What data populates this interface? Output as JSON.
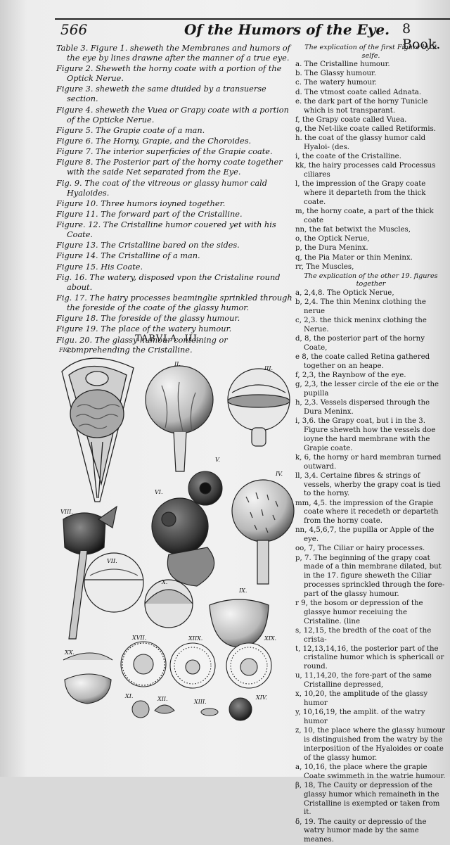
{
  "header": {
    "page_number": "566",
    "title": "Of the Humors of the Eye.",
    "book": "8 Book."
  },
  "figure_captions": [
    "Table 3. Figure 1. sheweth the Membranes and humors of the eye by lines drawne after the manner of a true eye.",
    "Figure 2. Sheweth the horny coate with a portion of the Optick Nerue.",
    "Figure 3. sheweth the same diuided by a transuerse section.",
    "Figure 4. sheweth the Vuea or Grapy coate with a portion of the Opticke Nerue.",
    "Figure 5. The Grapie coate of a man.",
    "Figure 6. The Horny, Grapie, and the Choroides.",
    "Figure 7. The interior superficies of the Grapie coate.",
    "Figure 8. The Posterior part of the horny coate together with the saide Net separated from the Eye.",
    "Fig. 9. The coat of the vitreous or glassy humor cald Hyaloides.",
    "Figure 10. Three humors ioyned together.",
    "Figure 11. The forward part of the Cristalline.",
    "Figure. 12. The Cristalline humor couered yet with his Coate.",
    "Figure 13. The Cristalline bared on the sides.",
    "Figure 14. The Cristalline of a man.",
    "Figure 15. His Coate.",
    "Fig. 16. The watery, disposed vpon the Cristaline round about.",
    "Fig. 17. The hairy processes beaminglie sprinkled through the foreside of the coate of the glassy humor.",
    "Figure 18. The foreside of the glassy humour.",
    "Figure 19. The place of the watery humour.",
    "Figu. 20. The glassy humour conteining or comprehending the Cristalline."
  ],
  "explication": {
    "first_heading": "The explication of the first Figure by it selfe.",
    "first_items": [
      "a. The Cristalline humour.",
      "b. The Glassy humour.",
      "c. The watery humour.",
      "d. The vtmost coate called Adnata.",
      "e. the dark part of the horny Tunicle which is not transparant.",
      "f, the Grapy coate called Vuea.",
      "g, the Net-like coate called Retiformis.",
      "h. the coat of the glassy humor cald Hyaloi- (des.",
      "i, the coate of the Cristalline.",
      "kk, the hairy processes cald Processus ciliares",
      "l, the impression of the Grapy coate where it departeth from the thick coate.",
      "m, the horny coate, a part of the thick coate",
      "nn, the fat betwixt the Muscles,",
      "o, the Optick Nerue,",
      "p, the Dura Meninx.",
      "q, the Pia Mater or thin Meninx.",
      "rr, The Muscles,"
    ],
    "other_heading": "The explication of the other 19. figures together",
    "other_items": [
      "a, 2,4,8. The Optick Nerue,",
      "b, 2,4. The thin Meninx clothing the nerue",
      "c, 2,3. the thick meninx clothing the Nerue.",
      "d, 8, the posterior part of the horny Coate,",
      "e 8, the coate called Retina gathered together on an heape.",
      "f, 2,3, the Raynbow of the eye.",
      "g, 2,3, the lesser circle of the eie or the pupilla",
      "h, 2,3. Vessels dispersed through the Dura Meninx.",
      "i, 3,6. the Grapy coat, but i in the 3. Figure sheweth how the vessels doe ioyne the hard membrane with the Grapie coate.",
      "k, 6, the horny or hard membran turned outward.",
      "ll, 3,4. Certaine fibres & strings of vessels, wherby the grapy coat is tied to the horny.",
      "mm, 4,5. the impression of the Grapie coate where it recedeth or departeth from the horny coate.",
      "nn, 4,5,6,7, the pupilla or Apple of the eye.",
      "oo, 7, The Ciliar or hairy processes.",
      "p, 7. The beginning of the grapy coat made of a thin membrane dilated, but in the 17. figure sheweth the Ciliar processes sprinckled through the fore-part of the glassy humour.",
      "r 9, the bosom or depression of the glassye humor receiuing the Cristaline. (line",
      "s, 12,15, the bredth of the coat of the crista-",
      "t, 12,13,14,16, the posterior part of the cristaline humor which is sphericall or round.",
      "u, 11,14,20, the fore-part of the same Cristalline depressed,",
      "x, 10,20, the amplitude of the glassy humor",
      "y, 10,16,19, the amplit. of the watry humor",
      "z, 10, the place where the glassy humour is distinguished from the watry by the interposition of the Hyaloides or coate of the glassy humor.",
      "a, 10,16, the place where the grapie Coate swimmeth in the watrie humour.",
      "β, 18, The Cauity or depression of the glassy humor which remaineth in the Cristalline is exempted or taken from it.",
      "δ, 19. The cauity or depressio of the watry humor made by the same meanes."
    ]
  },
  "plate": {
    "title": "TABVLA. III.",
    "labels": {
      "fig1": "FIG.I.",
      "fig2": "II.",
      "fig3": "III.",
      "fig4": "IV.",
      "fig5": "V.",
      "fig6": "VI.",
      "fig7": "VII.",
      "fig8": "VIII.",
      "fig9": "IX.",
      "fig10": "X.",
      "fig11": "XI.",
      "fig12": "XII.",
      "fig13": "XIII.",
      "fig14": "XIV.",
      "fig17": "XVII.",
      "fig18": "XIIX.",
      "fig19": "XIX.",
      "fig20": "XX."
    }
  }
}
